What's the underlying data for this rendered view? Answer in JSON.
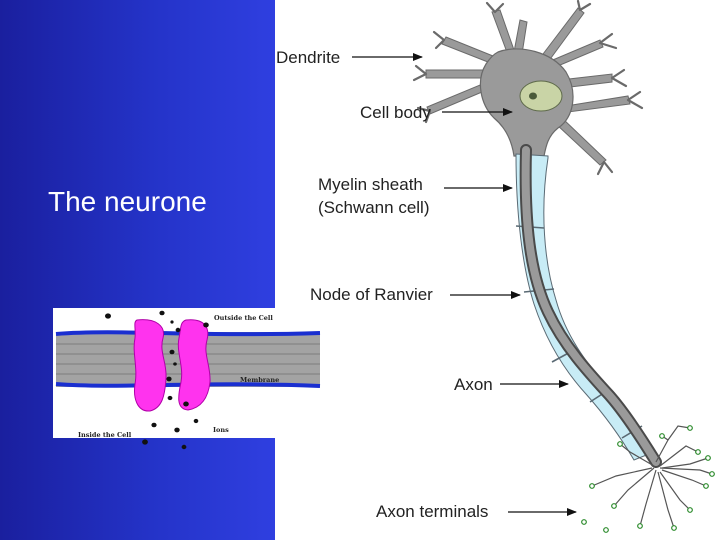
{
  "slide": {
    "title": "The neurone",
    "panel_color": "#2433c8",
    "title_color": "#ffffff"
  },
  "neuron_labels": {
    "dendrite": "Dendrite",
    "cell_body": "Cell body",
    "myelin_line1": "Myelin sheath",
    "myelin_line2": "(Schwann cell)",
    "node": "Node of Ranvier",
    "axon": "Axon",
    "terminals": "Axon terminals"
  },
  "channel_labels": {
    "outside": "Outside the Cell",
    "membrane": "Membrane",
    "inside": "Inside the Cell",
    "ions": "Ions"
  },
  "colors": {
    "neuron_fill": "#9a9a9a",
    "nucleus": "#c9d4a6",
    "myelin": "#c8ecf6",
    "channel_protein": "#ff33ee",
    "membrane_blue": "#1a2fd0"
  }
}
